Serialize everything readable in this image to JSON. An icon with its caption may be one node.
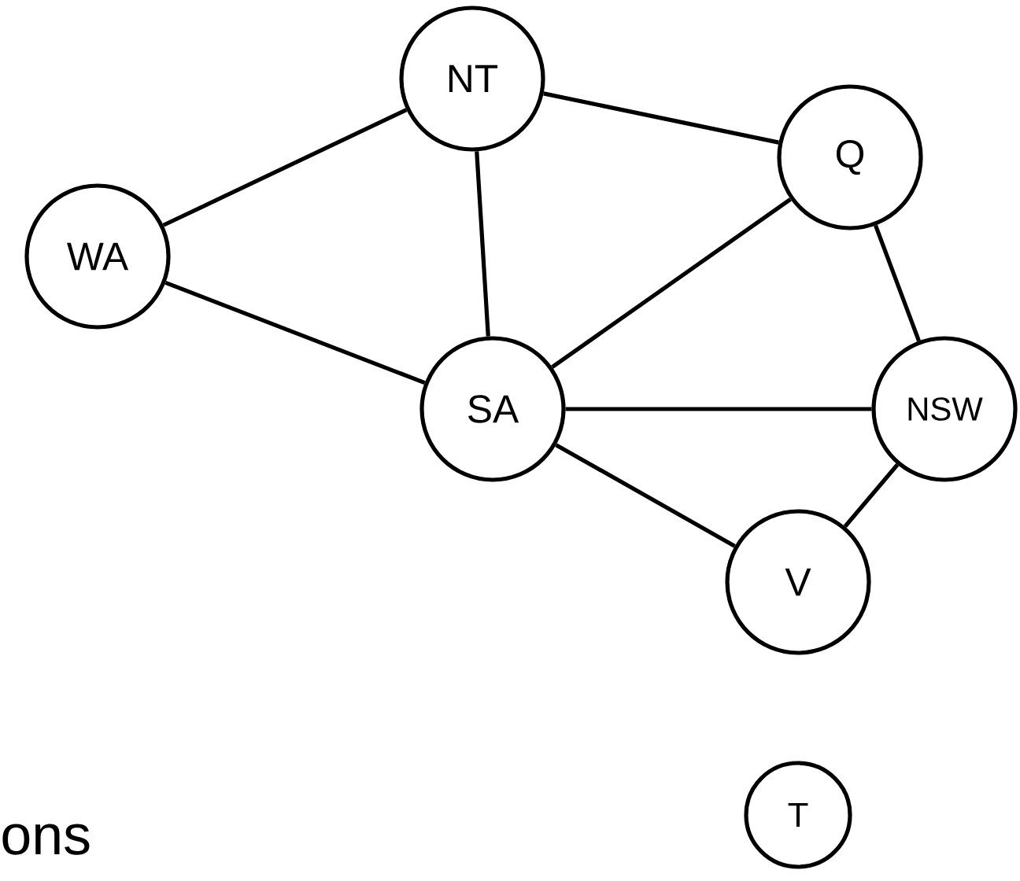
{
  "diagram": {
    "nodes": [
      {
        "text": [
          "NT"
        ]
      },
      {
        "text": [
          "Q"
        ]
      },
      {
        "text": [
          "WA"
        ]
      },
      {
        "text": [
          "SA"
        ]
      },
      {
        "text": [
          "NSW"
        ]
      },
      {
        "text": [
          "V"
        ]
      },
      {
        "text": [
          "T"
        ]
      }
    ],
    "edges": [
      {
        "from": 2,
        "to": 0,
        "arrow": "none"
      },
      {
        "from": 0,
        "to": 1,
        "arrow": "none"
      },
      {
        "from": 0,
        "to": 3,
        "arrow": "none"
      },
      {
        "from": 2,
        "to": 3,
        "arrow": "none"
      },
      {
        "from": 3,
        "to": 1,
        "arrow": "none"
      },
      {
        "from": 1,
        "to": 4,
        "arrow": "none"
      },
      {
        "from": 3,
        "to": 4,
        "arrow": "none"
      },
      {
        "from": 3,
        "to": 5,
        "arrow": "none"
      },
      {
        "from": 5,
        "to": 4,
        "arrow": "none"
      }
    ],
    "labels": [
      "ons"
    ]
  }
}
